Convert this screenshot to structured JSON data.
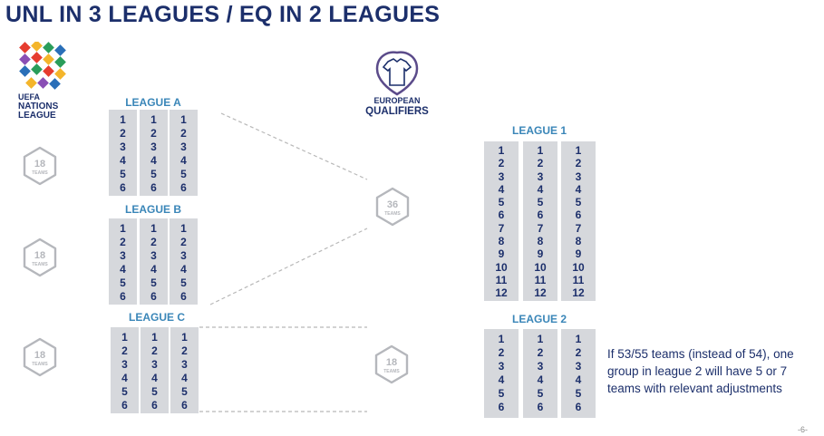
{
  "title": "UNL IN 3 LEAGUES / EQ IN 2 LEAGUES",
  "unl_logo": {
    "line1": "UEFA",
    "line2": "NATIONS",
    "line3": "LEAGUE"
  },
  "eq_logo": {
    "line1": "EUROPEAN",
    "line2": "QUALIFIERS"
  },
  "unl_leagues": [
    {
      "name": "LEAGUE A",
      "teams": "18",
      "teams_word": "TEAMS",
      "columns": [
        [
          "1",
          "2",
          "3",
          "4",
          "5",
          "6"
        ],
        [
          "1",
          "2",
          "3",
          "4",
          "5",
          "6"
        ],
        [
          "1",
          "2",
          "3",
          "4",
          "5",
          "6"
        ]
      ]
    },
    {
      "name": "LEAGUE B",
      "teams": "18",
      "teams_word": "TEAMS",
      "columns": [
        [
          "1",
          "2",
          "3",
          "4",
          "5",
          "6"
        ],
        [
          "1",
          "2",
          "3",
          "4",
          "5",
          "6"
        ],
        [
          "1",
          "2",
          "3",
          "4",
          "5",
          "6"
        ]
      ]
    },
    {
      "name": "LEAGUE C",
      "teams": "18",
      "teams_word": "TEAMS",
      "columns": [
        [
          "1",
          "2",
          "3",
          "4",
          "5",
          "6"
        ],
        [
          "1",
          "2",
          "3",
          "4",
          "5",
          "6"
        ],
        [
          "1",
          "2",
          "3",
          "4",
          "5",
          "6"
        ]
      ]
    }
  ],
  "eq_leagues": [
    {
      "name": "LEAGUE 1",
      "teams": "36",
      "teams_word": "TEAMS",
      "columns": [
        [
          "1",
          "2",
          "3",
          "4",
          "5",
          "6",
          "7",
          "8",
          "9",
          "10",
          "11",
          "12"
        ],
        [
          "1",
          "2",
          "3",
          "4",
          "5",
          "6",
          "7",
          "8",
          "9",
          "10",
          "11",
          "12"
        ],
        [
          "1",
          "2",
          "3",
          "4",
          "5",
          "6",
          "7",
          "8",
          "9",
          "10",
          "11",
          "12"
        ]
      ]
    },
    {
      "name": "LEAGUE 2",
      "teams": "18",
      "teams_word": "TEAMS",
      "columns": [
        [
          "1",
          "2",
          "3",
          "4",
          "5",
          "6"
        ],
        [
          "1",
          "2",
          "3",
          "4",
          "5",
          "6"
        ],
        [
          "1",
          "2",
          "3",
          "4",
          "5",
          "6"
        ]
      ]
    }
  ],
  "note": "If 53/55 teams (instead of 54), one group in league 2 will have 5 or 7 teams with relevant adjustments",
  "page_number": "-6-",
  "colors": {
    "navy": "#1c2f6b",
    "league_blue": "#3a86b8",
    "column_grey": "#d6d8dc",
    "hex_grey": "#b5b7bc"
  }
}
